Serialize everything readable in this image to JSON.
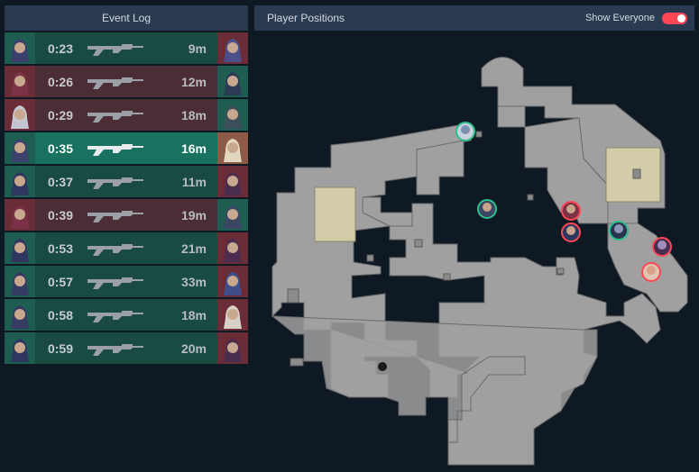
{
  "event_log": {
    "title": "Event Log",
    "rows": [
      {
        "time": "0:23",
        "distance": "9m",
        "result": "win",
        "killer_icon": "agent-portrait-icon",
        "weapon_icon": "vandal-rifle-icon",
        "victim_icon": "agent-portrait-icon"
      },
      {
        "time": "0:26",
        "distance": "12m",
        "result": "lose",
        "killer_icon": "agent-portrait-icon",
        "weapon_icon": "vandal-rifle-icon",
        "victim_icon": "agent-portrait-icon"
      },
      {
        "time": "0:29",
        "distance": "18m",
        "result": "lose",
        "killer_icon": "agent-portrait-icon",
        "weapon_icon": "vandal-rifle-icon",
        "victim_icon": "agent-portrait-icon"
      },
      {
        "time": "0:35",
        "distance": "16m",
        "result": "selected",
        "killer_icon": "agent-portrait-icon",
        "weapon_icon": "vandal-rifle-icon",
        "victim_icon": "agent-portrait-icon"
      },
      {
        "time": "0:37",
        "distance": "11m",
        "result": "win",
        "killer_icon": "agent-portrait-icon",
        "weapon_icon": "vandal-rifle-icon",
        "victim_icon": "agent-portrait-icon"
      },
      {
        "time": "0:39",
        "distance": "19m",
        "result": "lose",
        "killer_icon": "agent-portrait-icon",
        "weapon_icon": "vandal-rifle-icon",
        "victim_icon": "agent-portrait-icon"
      },
      {
        "time": "0:53",
        "distance": "21m",
        "result": "win",
        "killer_icon": "agent-portrait-icon",
        "weapon_icon": "vandal-rifle-icon",
        "victim_icon": "agent-portrait-icon"
      },
      {
        "time": "0:57",
        "distance": "33m",
        "result": "win",
        "killer_icon": "agent-portrait-icon",
        "weapon_icon": "vandal-rifle-icon",
        "victim_icon": "agent-portrait-icon"
      },
      {
        "time": "0:58",
        "distance": "18m",
        "result": "win",
        "killer_icon": "agent-portrait-icon",
        "weapon_icon": "vandal-rifle-icon",
        "victim_icon": "agent-portrait-icon"
      },
      {
        "time": "0:59",
        "distance": "20m",
        "result": "win",
        "killer_icon": "agent-portrait-icon",
        "weapon_icon": "vandal-rifle-icon",
        "victim_icon": "agent-portrait-icon"
      }
    ]
  },
  "player_positions": {
    "title": "Player Positions",
    "toggle_label": "Show Everyone",
    "toggle_on": true
  },
  "colors": {
    "background": "#0f1923",
    "header": "#2a3a51",
    "win_row": "#1a4b43",
    "lose_row": "#4a2d35",
    "selected_row": "#19725f",
    "toggle_accent": "#ff4655",
    "map_floor": "#a0a0a0",
    "site_area": "#d2cda8"
  }
}
